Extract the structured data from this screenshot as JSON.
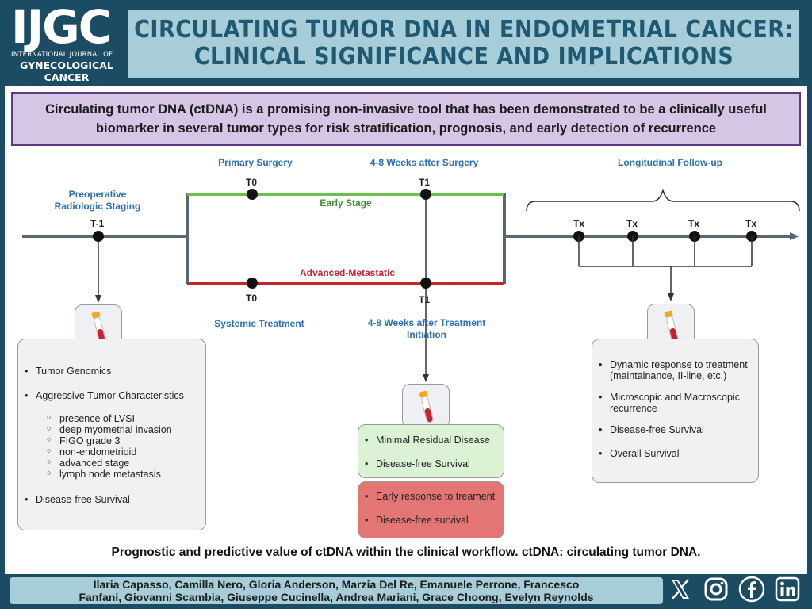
{
  "logo": {
    "main": "IJGC",
    "line1": "INTERNATIONAL JOURNAL OF",
    "line2": "GYNECOLOGICAL",
    "line3": "CANCER"
  },
  "title": {
    "line1": "Circulating tumor DNA in endometrial cancer:",
    "line2": "clinical significance and implications"
  },
  "summary": "Circulating tumor DNA (ctDNA) is a promising non-invasive tool that has been demonstrated to be a clinically useful biomarker in several tumor types for risk stratification, prognosis, and early detection of recurrence",
  "timeline": {
    "preop_label_1": "Preoperative",
    "preop_label_2": "Radiologic Staging",
    "t_minus_1": "T-1",
    "primary_surgery": "Primary Surgery",
    "weeks_after_surgery": "4-8 Weeks after Surgery",
    "longitudinal": "Longitudinal Follow-up",
    "t0_top": "T0",
    "t1_top": "T1",
    "early_stage": "Early Stage",
    "advanced": "Advanced-Metastatic",
    "t0_bottom": "T0",
    "t1_bottom": "T1",
    "systemic_treatment": "Systemic Treatment",
    "weeks_after_treatment_1": "4-8 Weeks after Treatment",
    "weeks_after_treatment_2": "Initiation",
    "tx": [
      "Tx",
      "Tx",
      "Tx",
      "Tx"
    ]
  },
  "left_box": {
    "items": [
      "Tumor Genomics",
      "Aggressive Tumor Characteristics"
    ],
    "subitems": [
      "presence of LVSI",
      "deep myometrial invasion",
      "FIGO grade 3",
      "non-endometrioid",
      "advanced stage",
      "lymph node metastasis"
    ],
    "last": "Disease-free Survival"
  },
  "center_green_box": [
    "Minimal Residual Disease",
    "Disease-free Survival"
  ],
  "center_red_box": [
    "Early response to treament",
    "Disease-free survival"
  ],
  "right_box": [
    "Dynamic response to treatment (maintainance, II-line, etc.)",
    "Microscopic and Macroscopic recurrence",
    "Disease-free Survival",
    "Overall Survival"
  ],
  "caption": "Prognostic and predictive value of ctDNA within the clinical workflow. ctDNA: circulating tumor DNA.",
  "authors": {
    "line1": "Ilaria Capasso, Camilla Nero, Gloria Anderson, Marzia Del Re, Emanuele Perrone, Francesco",
    "line2": "Fanfani, Giovanni Scambia, Giuseppe Cucinella, Andrea Mariani, Grace Choong, Evelyn Reynolds"
  },
  "colors": {
    "background": "#1c4c63",
    "title_box": "#a6cdd8",
    "title_text": "#1f5a72",
    "summary_fill": "#d4c6e4",
    "summary_border": "#5a3b82",
    "label_blue": "#2a6fb2",
    "early_green": "#6abf4b",
    "advanced_red": "#c0282d"
  },
  "icons": [
    "test-tube-icon",
    "x-logo-icon",
    "instagram-icon",
    "facebook-icon",
    "linkedin-icon"
  ]
}
